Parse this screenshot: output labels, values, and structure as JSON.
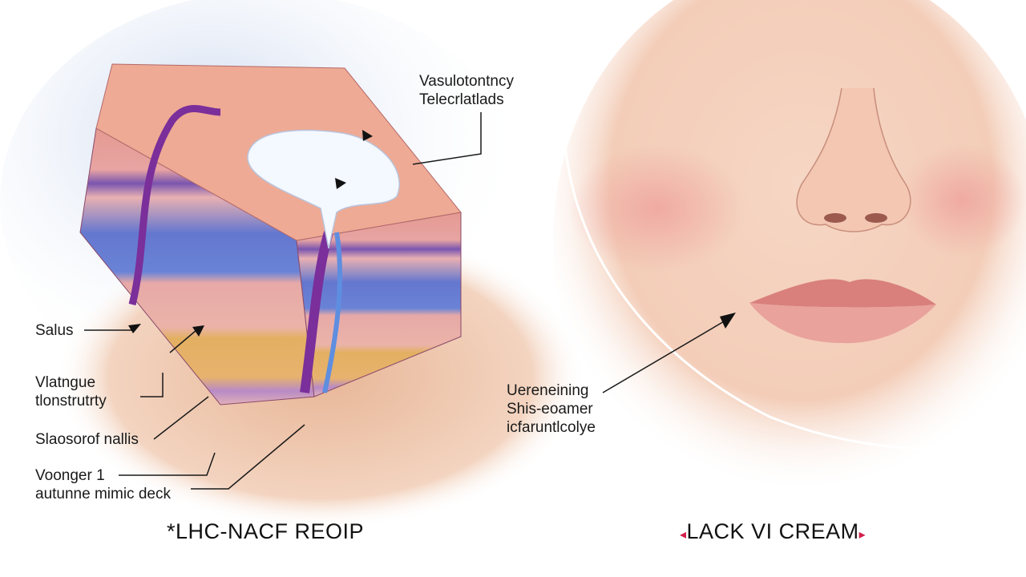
{
  "left_panel": {
    "title": "*LHC-NACF REOIP",
    "labels": {
      "top_right": [
        "Vasulotontncy",
        "Telecrlatlads"
      ],
      "salus": "Salus",
      "vlatngue": [
        "Vlatngue",
        "tlonstrutrty"
      ],
      "slaosorof": "Slaosorof nallis",
      "voonger": [
        "Voonger 1",
        "autunne mimic deck"
      ]
    }
  },
  "right_panel": {
    "title": "LACK VI CREAM",
    "title_marks": [
      "◂",
      "▸"
    ],
    "labels": [
      "Uereneining",
      "Shis-eoamer",
      "icfaruntlcolye"
    ]
  },
  "colors": {
    "skin": "#f2c3a8",
    "epidermis": "#e8a094",
    "dermis_blue": "#6a7ed0",
    "vessel": "#7a2f9a",
    "cream": "#f4f8ff",
    "lips": "#e08a86",
    "accent": "#d0204a"
  }
}
